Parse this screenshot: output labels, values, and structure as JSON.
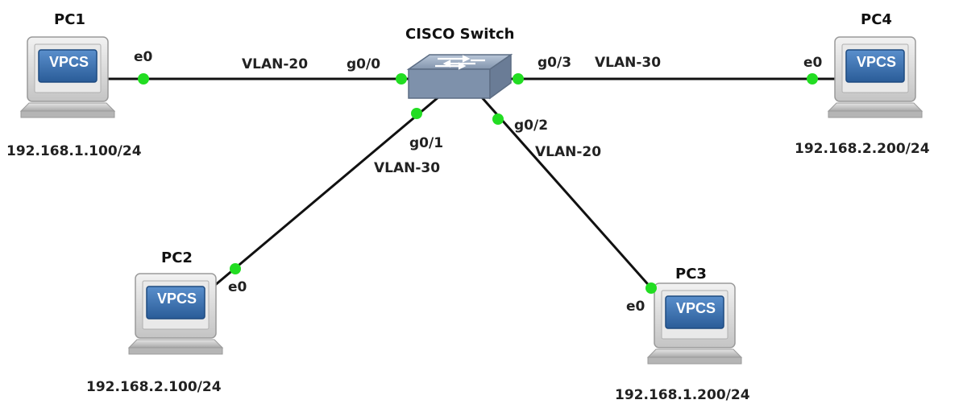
{
  "switch": {
    "name": "CISCO Switch",
    "color": "#8fa0b8"
  },
  "pcs": [
    {
      "id": "pc1",
      "name": "PC1",
      "icon_text": "VPCS",
      "ip": "192.168.1.100/24"
    },
    {
      "id": "pc2",
      "name": "PC2",
      "icon_text": "VPCS",
      "ip": "192.168.2.100/24"
    },
    {
      "id": "pc3",
      "name": "PC3",
      "icon_text": "VPCS",
      "ip": "192.168.1.200/24"
    },
    {
      "id": "pc4",
      "name": "PC4",
      "icon_text": "VPCS",
      "ip": "192.168.2.200/24"
    }
  ],
  "links": [
    {
      "pc_port": "e0",
      "switch_port": "g0/0",
      "vlan": "VLAN-20"
    },
    {
      "pc_port": "e0",
      "switch_port": "g0/1",
      "vlan": "VLAN-30"
    },
    {
      "pc_port": "e0",
      "switch_port": "g0/2",
      "vlan": "VLAN-20"
    },
    {
      "pc_port": "e0",
      "switch_port": "g0/3",
      "vlan": "VLAN-30"
    }
  ],
  "colors": {
    "port_up": "#22dd22",
    "vpcs_screen": "#2a66a8",
    "monitor_frame": "#d8d8d8"
  }
}
